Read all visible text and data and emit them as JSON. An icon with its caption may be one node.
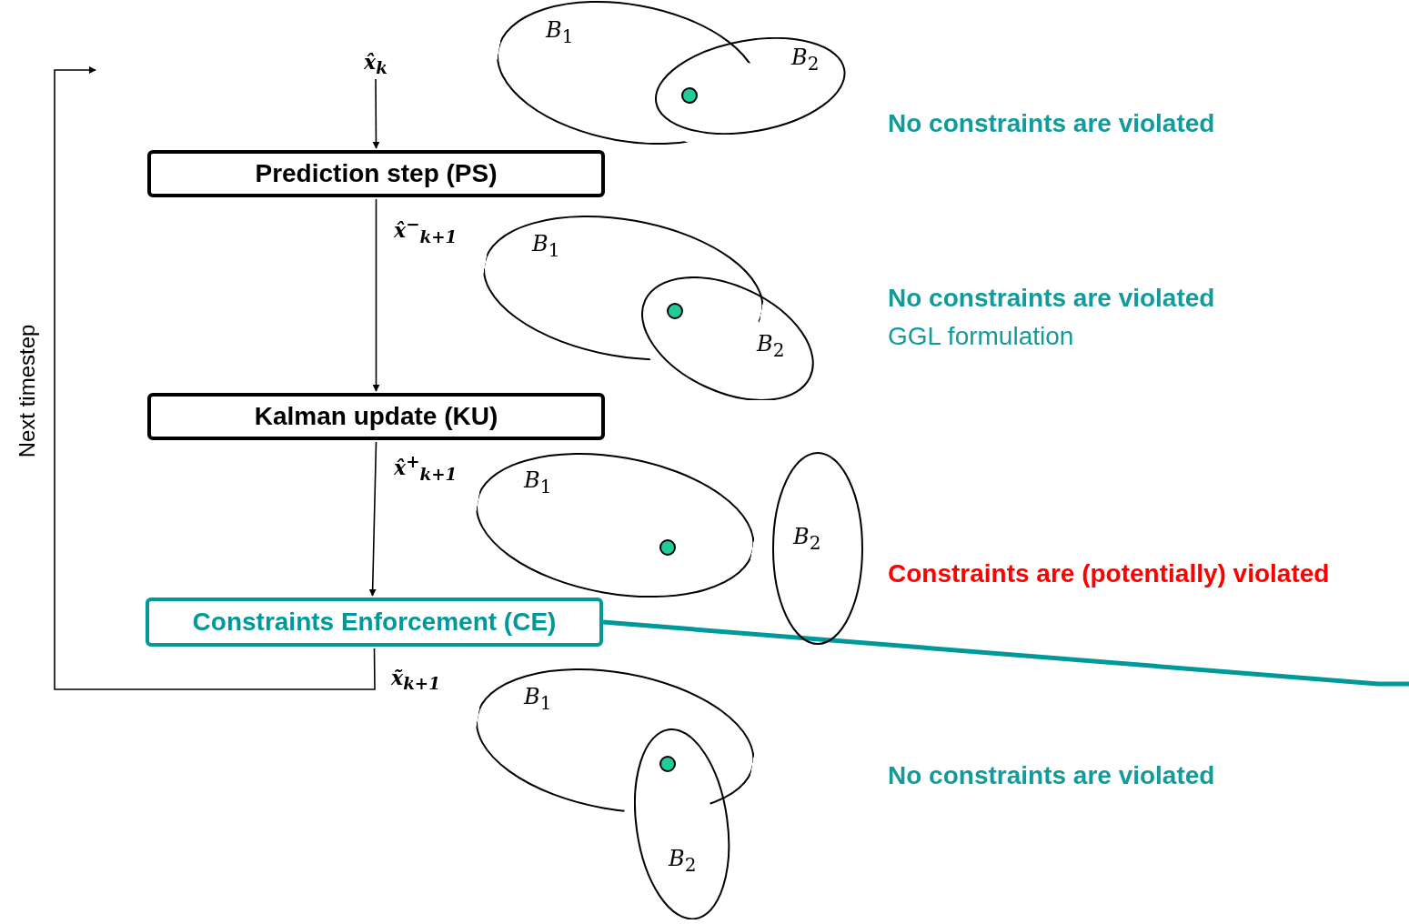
{
  "diagram": {
    "nodes": [
      {
        "text": [
          "x̂$_{k}$"
        ]
      },
      {
        "text": [
          "Prediction step (PS)"
        ]
      },
      {
        "text": [
          "Kalman update (KU)"
        ]
      },
      {
        "text": [
          "Constraints Enforcement (CE)"
        ]
      },
      {
        "text": [
          "*B*$_{1}$"
        ]
      },
      {
        "text": [
          "*B*$_{2}$"
        ]
      },
      {
        "text": [
          "*B*$_{1}$"
        ]
      },
      {
        "text": [
          "*B*$_{2}$"
        ]
      },
      {
        "text": [
          "*B*$_{1}$"
        ]
      },
      {
        "text": [
          "*B*$_{2}$"
        ]
      },
      {
        "text": [
          "*B*$_{1}$"
        ]
      },
      {
        "text": [
          "*B*$_{2}$"
        ]
      }
    ],
    "edges": [
      {
        "from": 0,
        "to": 1,
        "arrow": "to"
      },
      {
        "from": 1,
        "to": 2,
        "arrow": "to",
        "label": "x̂$^{−}$$_{k+1}$"
      },
      {
        "from": 2,
        "to": 3,
        "arrow": "to",
        "label": "x̂$^{+}$$_{k+1}$"
      },
      {
        "from": 3,
        "to": null,
        "arrow": "to",
        "label": "x̃$_{k+1}$"
      },
      {
        "from": 3,
        "to": null,
        "arrow": "none",
        "style": "thick",
        "color": "#009999"
      }
    ],
    "labels": [
      "Next timestep",
      "No constraints are violated",
      "No constraints are violated",
      "GGL formulation",
      "Constraints are (potentially) violated",
      "No constraints are violated"
    ]
  }
}
